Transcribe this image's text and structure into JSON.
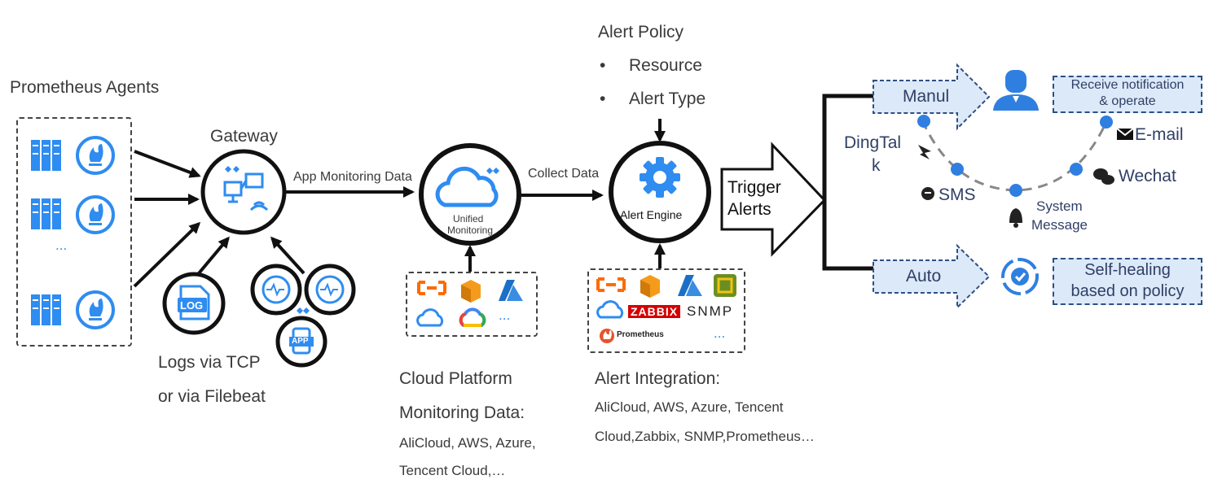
{
  "agents": {
    "title": "Prometheus Agents",
    "ellipsis": "..."
  },
  "gateway": {
    "title": "Gateway",
    "logs_line1": "Logs via TCP",
    "logs_line2": "or via Filebeat",
    "log_badge": "LOG",
    "app_badge": "APP"
  },
  "flow": {
    "app_monitoring_data": "App Monitoring Data",
    "collect_data": "Collect Data",
    "trigger_alerts_line1": "Trigger",
    "trigger_alerts_line2": "Alerts"
  },
  "unified": {
    "line1": "Unified",
    "line2": "Monitoring"
  },
  "cloud_platform": {
    "line1": "Cloud Platform",
    "line2": "Monitoring Data:",
    "line3": "AliCloud, AWS, Azure,",
    "line4": "Tencent Cloud,…",
    "ellipsis": "..."
  },
  "alert_policy": {
    "title": "Alert Policy",
    "items": [
      "Resource",
      "Alert Type"
    ],
    "bullet": "•"
  },
  "alert_engine": {
    "label": "Alert Engine"
  },
  "alert_integration": {
    "title": "Alert Integration:",
    "line1": "AliCloud, AWS, Azure, Tencent",
    "line2": "Cloud,Zabbix, SNMP,Prometheus…",
    "zabbix": "ZABBIX",
    "snmp": "SNMP",
    "prometheus": "Prometheus",
    "ellipsis": "..."
  },
  "notify": {
    "manual": "Manul",
    "receive_line1": "Receive notification",
    "receive_line2": "& operate",
    "dingtalk_line1": "DingTal",
    "dingtalk_line2": "k",
    "email": "E-mail",
    "sms": "SMS",
    "wechat": "Wechat",
    "system_line1": "System",
    "system_line2": "Message",
    "auto": "Auto",
    "selfheal_line1": "Self-healing",
    "selfheal_line2": "based on policy"
  },
  "colors": {
    "accent": "#2f8cf0",
    "dark": "#111111",
    "light_blue": "#dce9f8",
    "navy": "#2e4f85"
  }
}
